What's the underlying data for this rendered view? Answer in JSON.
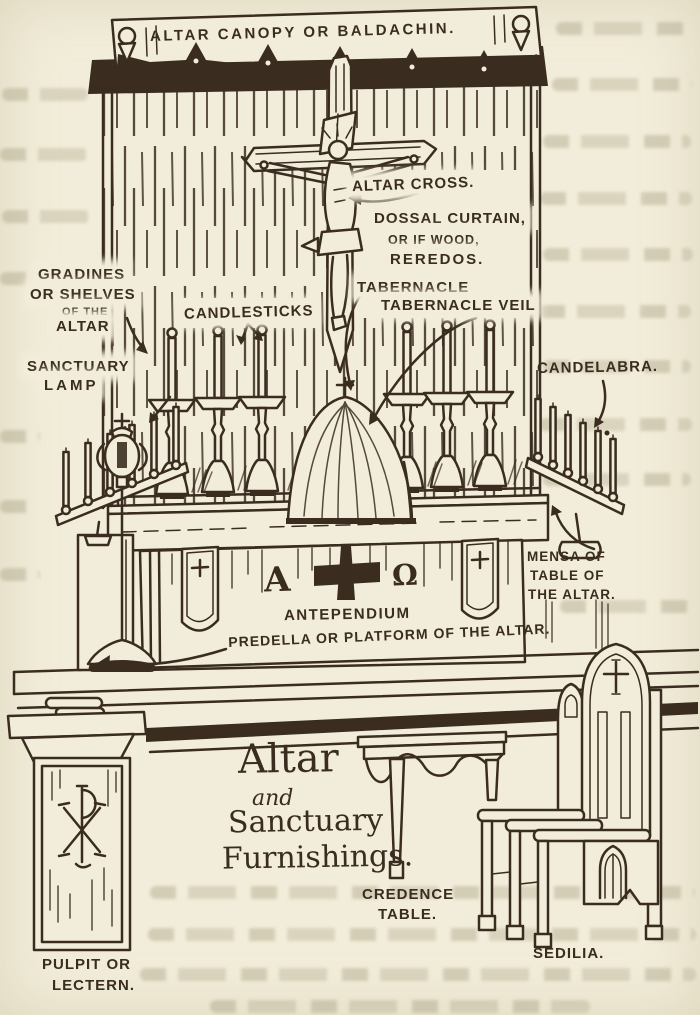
{
  "palette": {
    "paper": "#f2edda",
    "ink": "#3a2d20"
  },
  "labels": {
    "canopy": "ALTAR CANOPY OR BALDACHIN.",
    "altar_cross": "ALTAR CROSS.",
    "dossal_line1": "DOSSAL CURTAIN,",
    "dossal_line2": "OR IF WOOD,",
    "dossal_line3": "REREDOS.",
    "tabernacle": "TABERNACLE",
    "tabernacle_veil": "TABERNACLE VEIL",
    "gradines_line1": "GRADINES",
    "gradines_line2": "OR SHELVES",
    "gradines_line3": "OF THE",
    "gradines_line4": "ALTAR",
    "candlesticks": "CANDLESTICKS",
    "sanctuary_lamp_line1": "SANCTUARY",
    "sanctuary_lamp_line2": "LAMP",
    "candelabra": "CANDELABRA.",
    "mensa_line1": "MENSA OF",
    "mensa_line2": "TABLE OF",
    "mensa_line3": "THE ALTAR.",
    "antependium": "ANTEPENDIUM",
    "predella": "PREDELLA OR PLATFORM OF THE ALTAR.",
    "pulpit_line1": "PULPIT OR",
    "pulpit_line2": "LECTERN.",
    "credence_line1": "CREDENCE",
    "credence_line2": "TABLE.",
    "sedilia": "SEDILIA."
  },
  "title": {
    "line1": "Altar",
    "line2": "and",
    "line3": "Sanctuary",
    "line4": "Furnishings."
  },
  "symbols": {
    "alpha": "A",
    "omega": "Ω"
  }
}
